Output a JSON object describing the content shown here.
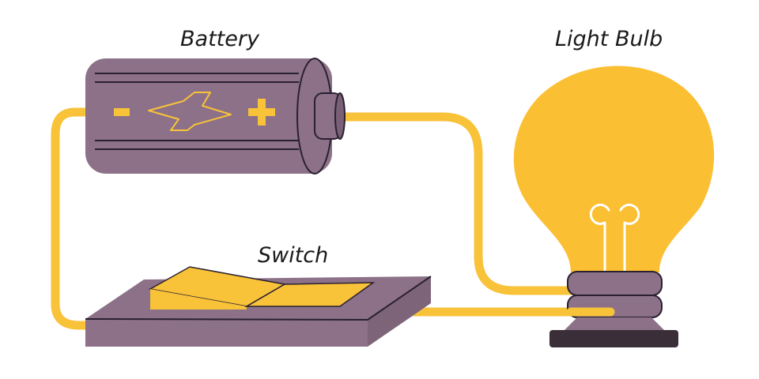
{
  "labels": {
    "battery": "Battery",
    "switch": "Switch",
    "bulb": "Light Bulb"
  },
  "battery_signs": {
    "minus": "-",
    "plus": "+"
  },
  "colors": {
    "wire": "#f8c239",
    "body": "#8c7188",
    "outline": "#2a2030",
    "bulb_glass": "#fbbf33",
    "bulb_base_dark": "#3a2f38",
    "filament": "#ffffff"
  }
}
